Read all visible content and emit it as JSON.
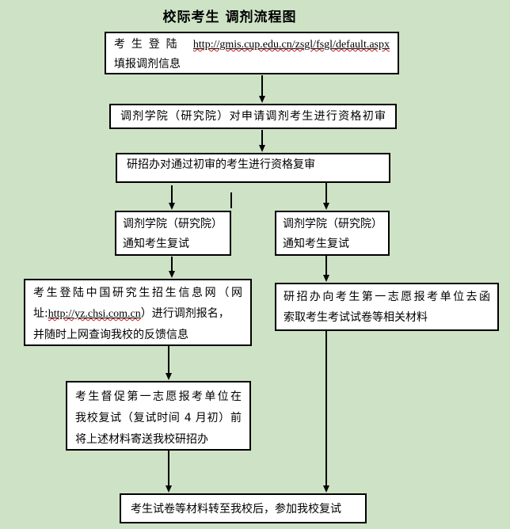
{
  "title": "校际考生 调剂流程图",
  "colors": {
    "background": "#cee3c6",
    "box_fill": "#ffffff",
    "box_border": "#000000",
    "connector": "#000000",
    "spellcheck_underline": "#cc2222"
  },
  "boxes": {
    "login": {
      "line1_prefix": "考生登陆 ",
      "line1_url": "http://gmis.cup.edu.cn/zsgl/fsgl/default.aspx",
      "line2": "填报调剂信息"
    },
    "initial_review": {
      "text": "调剂学院（研究院）对申请调剂考生进行资格初审"
    },
    "second_review": {
      "text": "研招办对通过初审的考生进行资格复审"
    },
    "notify_left": {
      "line1": "调剂学院（研究院）",
      "line2": "通知考生复试"
    },
    "notify_right": {
      "line1": "调剂学院（研究院）",
      "line2": "通知考生复试"
    },
    "chsi_register": {
      "line1": "考生登陆中国研究生招生信息网（网",
      "line2_prefix": "址:",
      "line2_url": "http://yz.chsi.com.cn",
      "line2_suffix": "）进行调剂报名，",
      "line3": "并随时上网查询我校的反馈信息"
    },
    "request_materials": {
      "line1": "研招办向考生第一志愿报考单位去函",
      "line2": "索取考生考试试卷等相关材料"
    },
    "urge_unit": {
      "line1": "考生督促第一志愿报考单位在",
      "line2": "我校复试（复试时间 4 月初）前",
      "line3": "将上述材料寄送我校研招办"
    },
    "final_step": {
      "text": "考生试卷等材料转至我校后，参加我校复试"
    }
  }
}
